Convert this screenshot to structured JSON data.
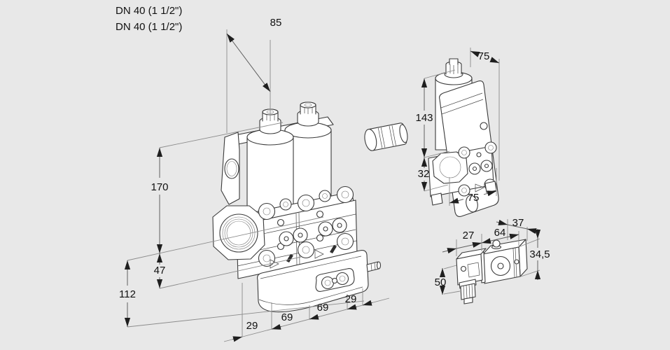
{
  "colors": {
    "background": "#e8e8e8",
    "part_stroke": "#3a3a3a",
    "dimension_line": "#5f5f5f",
    "text": "#111111"
  },
  "connection_labels": [
    "DN 40 (1 1/2\")",
    "DN 40 (1 1/2\")"
  ],
  "dimensions_mm": {
    "main_valve": {
      "solenoid_offset": "85",
      "height_above_axis": "170",
      "axis_to_body_bottom": "47",
      "axis_to_assembly_bottom": "112",
      "width_chain": [
        "29",
        "69",
        "69",
        "29"
      ]
    },
    "side_valve": {
      "top_width": "75",
      "height": "143",
      "axis_height": "32",
      "body_width": "75"
    },
    "accessory": {
      "connector_width": "27",
      "body_length": "64",
      "body_depth": "37",
      "body_height": "34,5",
      "connector_height": "50"
    }
  }
}
